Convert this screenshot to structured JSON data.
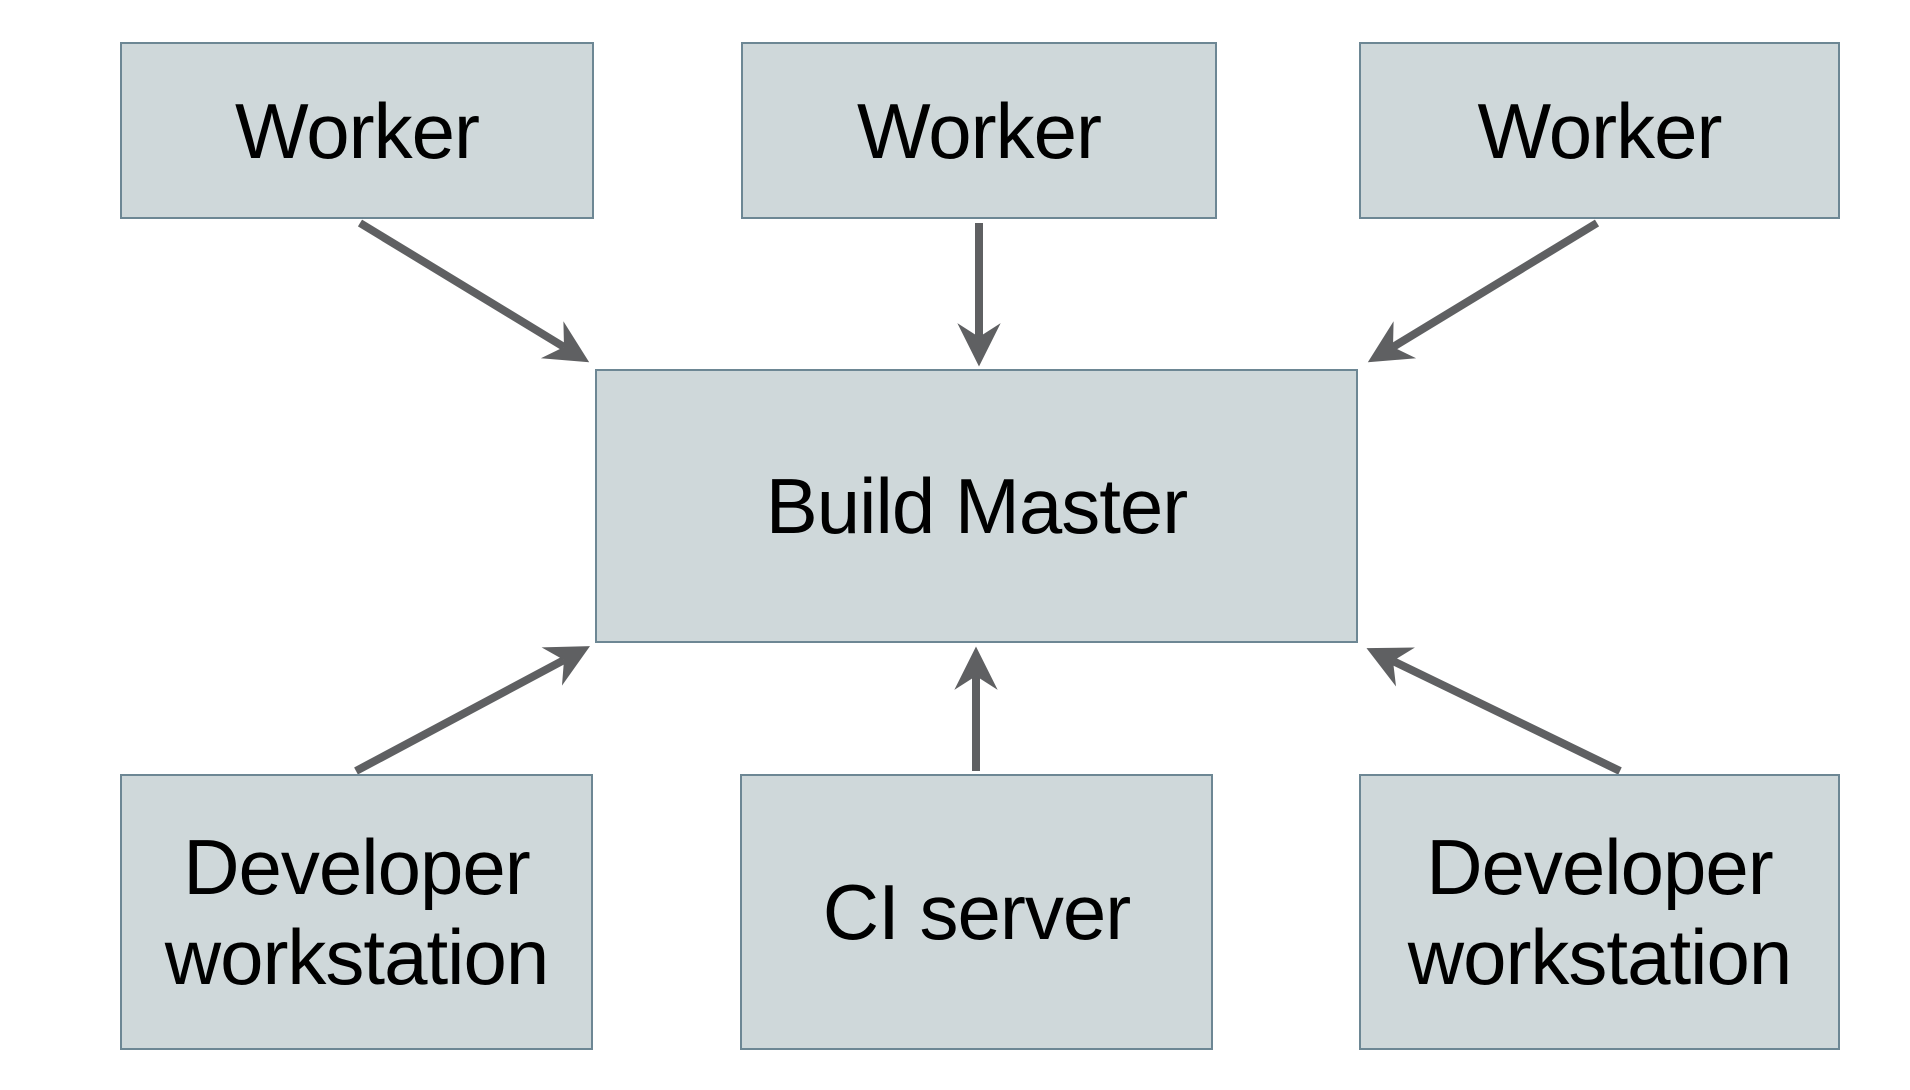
{
  "diagram": {
    "nodes": [
      {
        "id": "worker-1",
        "label": "Worker"
      },
      {
        "id": "worker-2",
        "label": "Worker"
      },
      {
        "id": "worker-3",
        "label": "Worker"
      },
      {
        "id": "build-master",
        "label": "Build Master"
      },
      {
        "id": "developer-workstation-left",
        "label": "Developer workstation"
      },
      {
        "id": "ci-server",
        "label": "CI server"
      },
      {
        "id": "developer-workstation-right",
        "label": "Developer workstation"
      }
    ],
    "edges": [
      {
        "from": "worker-1",
        "to": "build-master"
      },
      {
        "from": "worker-2",
        "to": "build-master"
      },
      {
        "from": "worker-3",
        "to": "build-master"
      },
      {
        "from": "developer-workstation-left",
        "to": "build-master"
      },
      {
        "from": "ci-server",
        "to": "build-master"
      },
      {
        "from": "developer-workstation-right",
        "to": "build-master"
      }
    ],
    "colors": {
      "node_fill": "#cfd8da",
      "node_border": "#6d8794",
      "arrow": "#5f6062",
      "text": "#000000",
      "background": "#ffffff"
    }
  }
}
